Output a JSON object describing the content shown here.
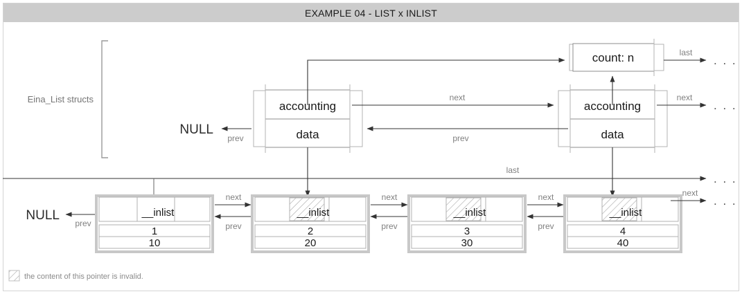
{
  "header": {
    "title": "EXAMPLE 04 - LIST x INLIST"
  },
  "labels": {
    "bracket": "Eina_List structs",
    "null_top": "NULL",
    "null_bottom": "NULL",
    "count": "count: n",
    "accounting": "accounting",
    "data": "data",
    "inlist": "__inlist",
    "next": "next",
    "prev": "prev",
    "last": "last",
    "ellipsis": ". . ."
  },
  "eina_list_structs": [
    {
      "accounting": "accounting",
      "data": "data"
    },
    {
      "accounting": "accounting",
      "data": "data"
    }
  ],
  "inlist_nodes": [
    {
      "field": "__inlist",
      "value1": "1",
      "value2": "10",
      "invalid_pointer": false
    },
    {
      "field": "__inlist",
      "value1": "2",
      "value2": "20",
      "invalid_pointer": true
    },
    {
      "field": "__inlist",
      "value1": "3",
      "value2": "30",
      "invalid_pointer": true
    },
    {
      "field": "__inlist",
      "value1": "4",
      "value2": "40",
      "invalid_pointer": true
    }
  ],
  "edge_labels": {
    "list_next": "next",
    "list_prev_left": "prev",
    "list_prev_mid": "prev",
    "count_last": "last",
    "acct_next_right": "next",
    "inlist_last": "last",
    "node_next": [
      "next",
      "next",
      "next",
      "next"
    ],
    "node_prev": [
      "prev",
      "prev",
      "prev"
    ]
  },
  "legend": {
    "text": "the content of this pointer is invalid.",
    "swatch": "hatched-square"
  },
  "colors": {
    "title_band": "#cccccc",
    "frame_border": "#d4d4d4",
    "box_outer": "#b3b3b3",
    "box_inner": "#8c8c8c",
    "node_border": "#c8c8c8",
    "node_inner": "#b0b0b0",
    "arrow": "#333333",
    "edge_label": "#808080",
    "text": "#1a1a1a",
    "hatch": "#a8a8a8"
  }
}
